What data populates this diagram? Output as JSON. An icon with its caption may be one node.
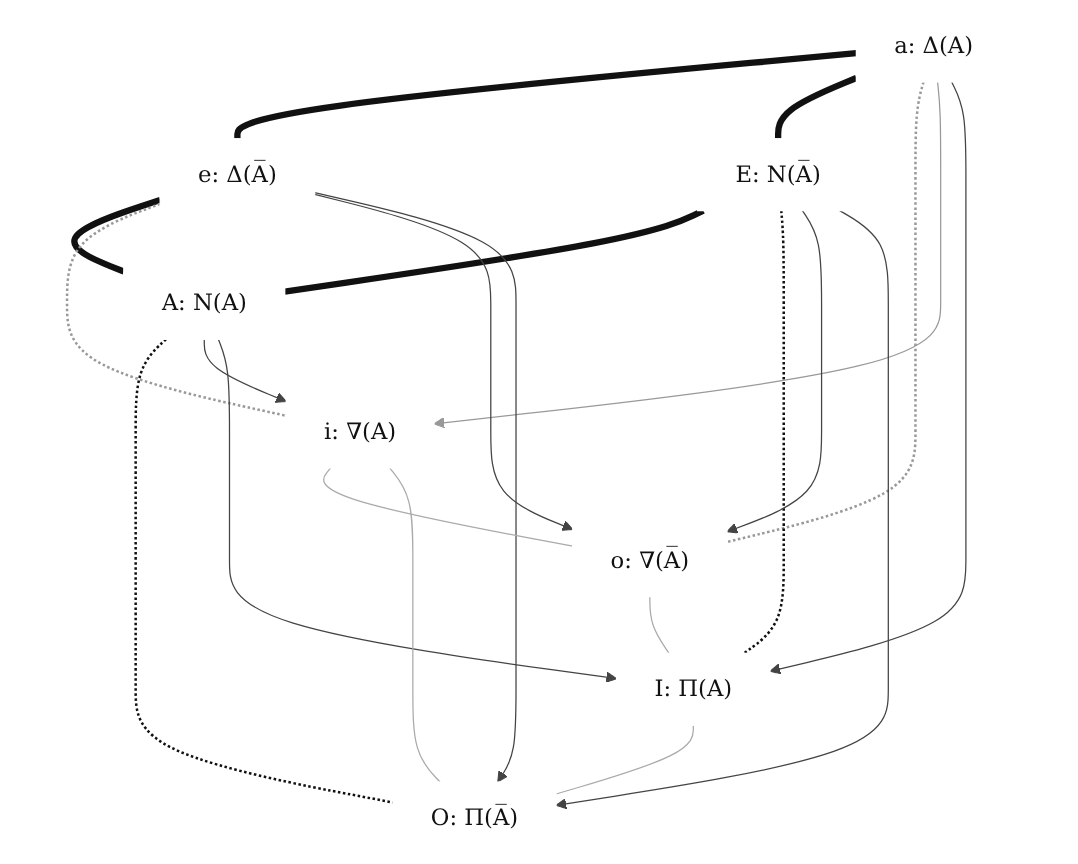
{
  "diagram": {
    "nodes": [
      {
        "text": [
          "a: Δ(A)"
        ]
      },
      {
        "text": [
          "e: Δ(A̅)"
        ]
      },
      {
        "text": [
          "A: N(A)"
        ]
      },
      {
        "text": [
          "E: N(A̅)"
        ]
      },
      {
        "text": [
          "i: ∇(A)"
        ]
      },
      {
        "text": [
          "o: ∇(A̅)"
        ]
      },
      {
        "text": [
          "I: Π(A)"
        ]
      },
      {
        "text": [
          "O: Π(A̅)"
        ]
      }
    ],
    "edges": [
      {
        "from": 0,
        "to": 1,
        "arrow": "none",
        "style": "thick"
      },
      {
        "from": 0,
        "to": 3,
        "arrow": "none",
        "style": "thick"
      },
      {
        "from": 1,
        "to": 2,
        "arrow": "none",
        "style": "thick"
      },
      {
        "from": 3,
        "to": 2,
        "arrow": "none",
        "style": "thick"
      },
      {
        "from": 0,
        "to": 5,
        "arrow": "none",
        "style": "dashed",
        "color": "#999999"
      },
      {
        "from": 1,
        "to": 4,
        "arrow": "none",
        "style": "dashed",
        "color": "#999999"
      },
      {
        "from": 2,
        "to": 7,
        "arrow": "none",
        "style": "dashed"
      },
      {
        "from": 3,
        "to": 6,
        "arrow": "none",
        "style": "dashed"
      },
      {
        "from": 0,
        "to": 4,
        "arrow": "to",
        "color": "#999999"
      },
      {
        "from": 0,
        "to": 6,
        "arrow": "to"
      },
      {
        "from": 1,
        "to": 5,
        "arrow": "to"
      },
      {
        "from": 1,
        "to": 7,
        "arrow": "to"
      },
      {
        "from": 2,
        "to": 4,
        "arrow": "to"
      },
      {
        "from": 2,
        "to": 6,
        "arrow": "to"
      },
      {
        "from": 3,
        "to": 5,
        "arrow": "to"
      },
      {
        "from": 3,
        "to": 7,
        "arrow": "to"
      },
      {
        "from": 4,
        "to": 5,
        "arrow": "none",
        "color": "#aaaaaa"
      },
      {
        "from": 4,
        "to": 7,
        "arrow": "none",
        "color": "#aaaaaa"
      },
      {
        "from": 5,
        "to": 6,
        "arrow": "none",
        "color": "#aaaaaa"
      },
      {
        "from": 6,
        "to": 7,
        "arrow": "none",
        "color": "#aaaaaa"
      }
    ]
  }
}
